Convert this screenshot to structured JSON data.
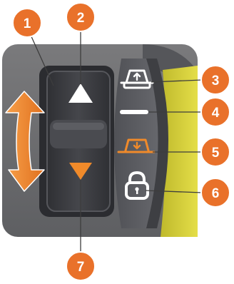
{
  "colors": {
    "callout": "#e9712a",
    "callout_stroke": "#ffffff",
    "leader": "#4a4a4a",
    "housing": "#6e6e70",
    "panel_dark": "#4d4e52",
    "rocker": "#3a3b3f",
    "switch_plate": "#5a5b60",
    "yellow": "#d8d23a",
    "arrow_orange": "#f08a2a",
    "icon_white": "#ffffff"
  },
  "callouts": [
    {
      "number": "1",
      "target": "rocker-switch"
    },
    {
      "number": "2",
      "target": "up-arrow"
    },
    {
      "number": "3",
      "target": "raise-icon"
    },
    {
      "number": "4",
      "target": "neutral-line"
    },
    {
      "number": "5",
      "target": "lower-icon"
    },
    {
      "number": "6",
      "target": "lock-icon"
    },
    {
      "number": "7",
      "target": "down-arrow"
    }
  ],
  "icons": {
    "up_arrow": "triangle-up-icon",
    "down_arrow": "triangle-down-icon",
    "raise": "vehicle-raise-icon",
    "neutral": "neutral-dash-icon",
    "lower": "vehicle-lower-icon",
    "lock": "padlock-icon",
    "double_arrow": "double-arrow-vertical-icon"
  }
}
